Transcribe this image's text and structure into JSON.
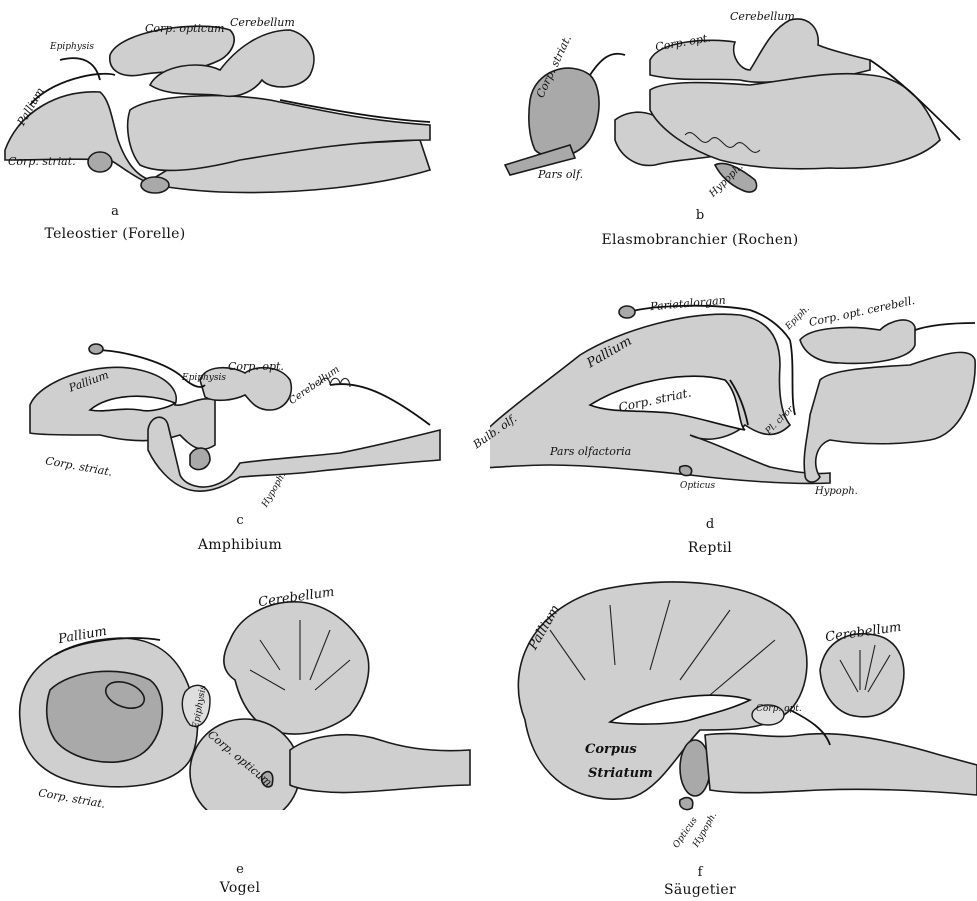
{
  "figures": [
    {
      "id": "a",
      "letter": "a",
      "name": "Teleostier (Forelle)",
      "labels": {
        "pallium": "Pallium",
        "epiphysis": "Epiphysis",
        "corp_opticum": "Corp. opticum",
        "cerebellum": "Cerebellum",
        "corp_striat": "Corp. striat."
      }
    },
    {
      "id": "b",
      "letter": "b",
      "name": "Elasmobranchier (Rochen)",
      "labels": {
        "corp_striat": "Corp. striat.",
        "corp_opt": "Corp. opt.",
        "cerebellum": "Cerebellum",
        "pars_olf": "Pars olf.",
        "hypoph": "Hypoph."
      }
    },
    {
      "id": "c",
      "letter": "c",
      "name": "Amphibium",
      "labels": {
        "pallium": "Pallium",
        "epiphysis": "Epiphysis",
        "corp_opt": "Corp. opt.",
        "cerebellum": "Cerebellum",
        "corp_striat": "Corp. striat.",
        "hypoph": "Hypoph."
      }
    },
    {
      "id": "d",
      "letter": "d",
      "name": "Reptil",
      "labels": {
        "parietalorgan": "Parietalorgan",
        "epiph": "Epiph.",
        "corp_opt_cerebell": "Corp. opt. cerebell.",
        "pallium": "Pallium",
        "corp_striat": "Corp. striat.",
        "bulb_olf": "Bulb. olf.",
        "pl_chor": "Pl. chor.",
        "pars_olfactoria": "Pars olfactoria",
        "opticus": "Opticus",
        "hypoph": "Hypoph."
      }
    },
    {
      "id": "e",
      "letter": "e",
      "name": "Vogel",
      "labels": {
        "cerebellum": "Cerebellum",
        "pallium": "Pallium",
        "epiphysis": "Epiphysis",
        "corp_opticum": "Corp. opticum",
        "corp_striat": "Corp. striat."
      }
    },
    {
      "id": "f",
      "letter": "f",
      "name": "Säugetier",
      "labels": {
        "pallium": "Pallium",
        "cerebellum": "Cerebellum",
        "corp_opt": "Corp. opt.",
        "corpus": "Corpus",
        "striatum": "Striatum",
        "opticus": "Opticus",
        "hypoph": "Hypoph."
      }
    }
  ]
}
